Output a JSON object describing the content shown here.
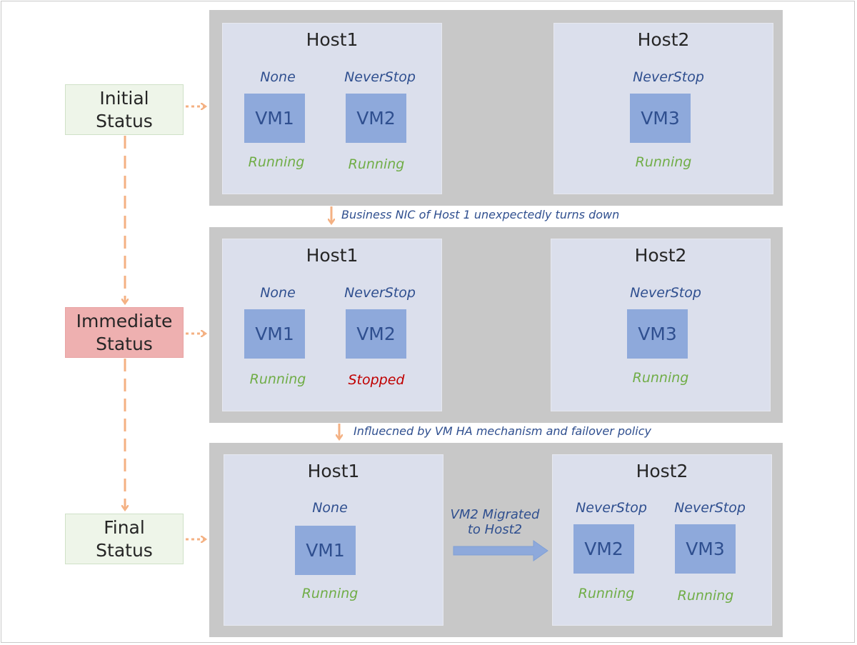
{
  "colors": {
    "running": "#70ad47",
    "stopped": "#c00000",
    "policy": "#2f4f8f",
    "arrow": "#f4b183",
    "vm_fill": "#8ea9db",
    "initial_box": "#eef5e9",
    "immediate_box": "#eeb0b0",
    "final_box": "#eef5e9"
  },
  "statuses": {
    "initial": {
      "line1": "Initial",
      "line2": "Status"
    },
    "immediate": {
      "line1": "Immediate",
      "line2": "Status"
    },
    "final": {
      "line1": "Final",
      "line2": "Status"
    }
  },
  "transitions": {
    "first": "Business NIC of Host 1 unexpectedly turns down",
    "second": "Influecned by VM HA mechanism and failover policy"
  },
  "migration": {
    "line1": "VM2 Migrated",
    "line2": "to Host2"
  },
  "panels": [
    {
      "hosts": [
        {
          "title": "Host1",
          "vms": [
            {
              "name": "VM1",
              "policy": "None",
              "state": "Running",
              "state_type": "running"
            },
            {
              "name": "VM2",
              "policy": "NeverStop",
              "state": "Running",
              "state_type": "running"
            }
          ]
        },
        {
          "title": "Host2",
          "vms": [
            {
              "name": "VM3",
              "policy": "NeverStop",
              "state": "Running",
              "state_type": "running"
            }
          ]
        }
      ]
    },
    {
      "hosts": [
        {
          "title": "Host1",
          "vms": [
            {
              "name": "VM1",
              "policy": "None",
              "state": "Running",
              "state_type": "running"
            },
            {
              "name": "VM2",
              "policy": "NeverStop",
              "state": "Stopped",
              "state_type": "stopped"
            }
          ]
        },
        {
          "title": "Host2",
          "vms": [
            {
              "name": "VM3",
              "policy": "NeverStop",
              "state": "Running",
              "state_type": "running"
            }
          ]
        }
      ]
    },
    {
      "hosts": [
        {
          "title": "Host1",
          "vms": [
            {
              "name": "VM1",
              "policy": "None",
              "state": "Running",
              "state_type": "running"
            }
          ]
        },
        {
          "title": "Host2",
          "vms": [
            {
              "name": "VM2",
              "policy": "NeverStop",
              "state": "Running",
              "state_type": "running"
            },
            {
              "name": "VM3",
              "policy": "NeverStop",
              "state": "Running",
              "state_type": "running"
            }
          ]
        }
      ]
    }
  ]
}
